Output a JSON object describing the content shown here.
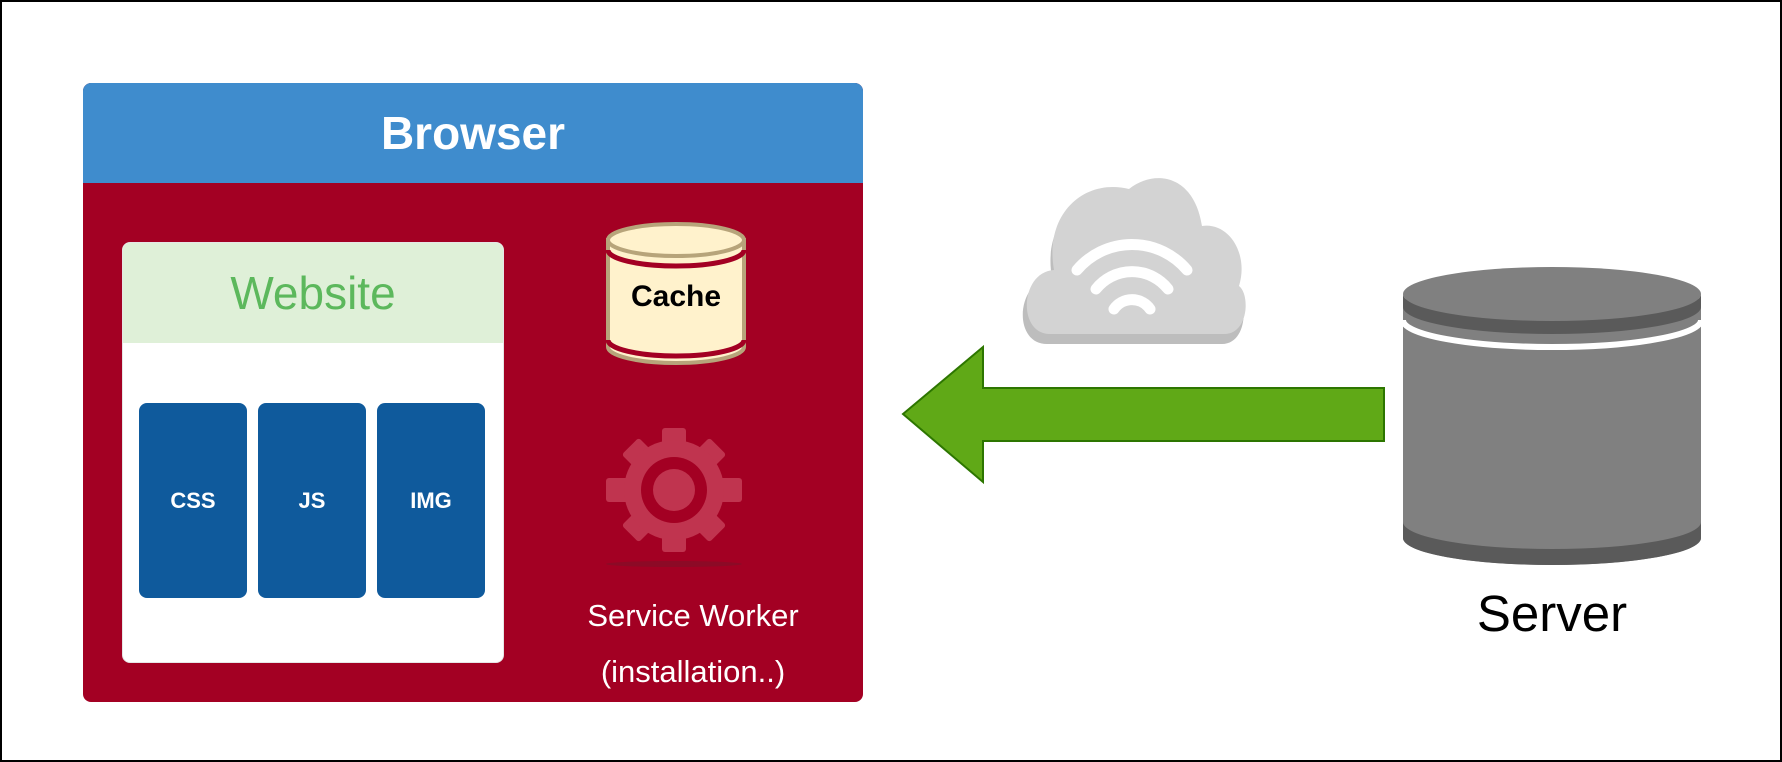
{
  "browser": {
    "title": "Browser",
    "website": {
      "title": "Website",
      "assets": [
        "CSS",
        "JS",
        "IMG"
      ]
    },
    "cache": {
      "label": "Cache"
    },
    "service_worker": {
      "name": "Service Worker",
      "status": "(installation..)"
    }
  },
  "network": {
    "icon": "wifi-cloud-icon"
  },
  "transfer": {
    "direction": "server-to-browser",
    "icon": "left-arrow"
  },
  "server": {
    "label": "Server",
    "icon": "database-cylinder-icon"
  },
  "colors": {
    "browser_header": "#3f8ccd",
    "browser_body": "#a30023",
    "website_header": "#dff0d8",
    "website_title": "#5cb85c",
    "asset_block": "#0f5a9c",
    "cache_fill": "#fff2cc",
    "arrow": "#60a917",
    "server": "#808080",
    "cloud": "#d3d3d3"
  }
}
